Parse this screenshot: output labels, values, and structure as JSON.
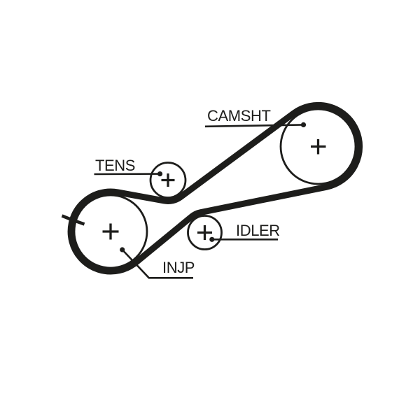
{
  "diagram_type": "timing-belt-routing-diagram",
  "colors": {
    "line": "#1d1d1b",
    "background": "#ffffff"
  },
  "labels": {
    "camshaft": "CAMSHT",
    "tensioner": "TENS",
    "idler": "IDLER",
    "injection_pump": "INJP"
  },
  "pulleys": [
    {
      "label": "CAMSHT",
      "role": "camshaft sprocket",
      "size": "large",
      "center_mark": "+"
    },
    {
      "label": "TENS",
      "role": "tensioner pulley",
      "size": "small",
      "center_mark": "+"
    },
    {
      "label": "INJP",
      "role": "injection pump sprocket",
      "size": "large",
      "center_mark": "+"
    },
    {
      "label": "IDLER",
      "role": "idler pulley",
      "size": "small",
      "center_mark": "+"
    }
  ],
  "marks": {
    "timing_mark": "dashed alignment tick at injection pump upper-left"
  }
}
